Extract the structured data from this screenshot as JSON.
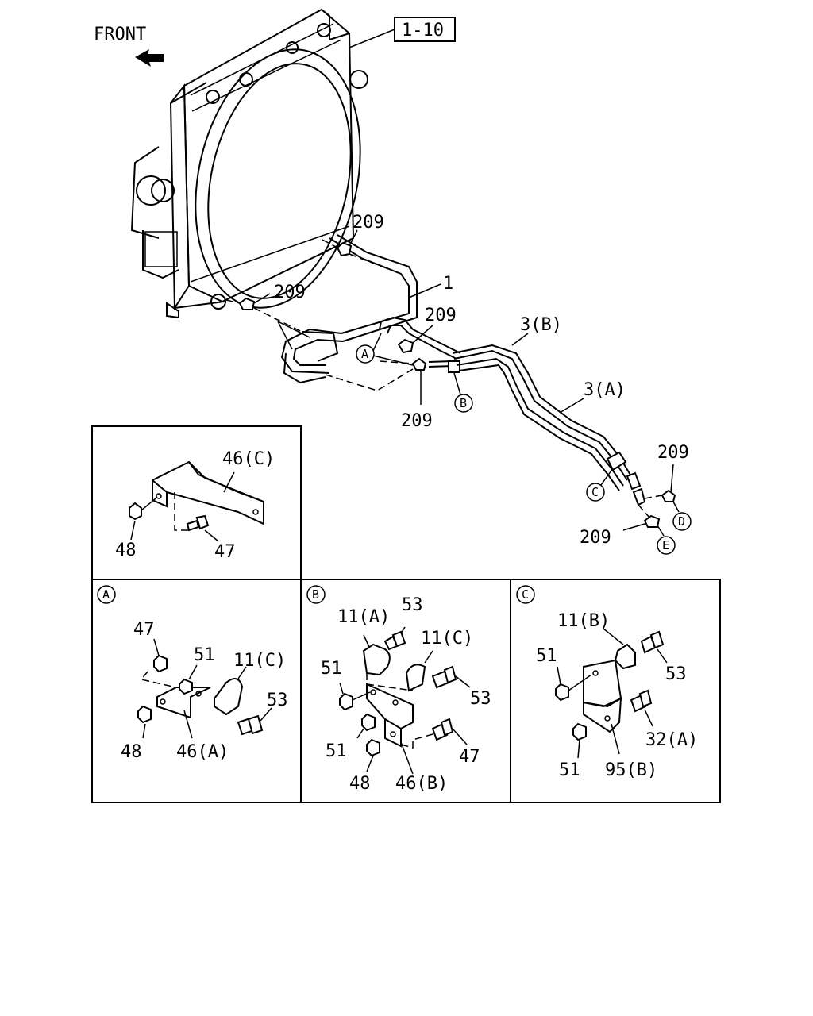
{
  "front_label": "FRONT",
  "ref_label": "1-10",
  "main_labels": {
    "p209_top": "209",
    "p1": "1",
    "p209_left": "209",
    "p209_mid": "209",
    "p3b": "3(B)",
    "p3a": "3(A)",
    "p209_low": "209",
    "p209_right_top": "209",
    "p209_right_bottom": "209",
    "mark_a": "A",
    "mark_b": "B",
    "mark_c": "C",
    "mark_d": "D",
    "mark_e": "E"
  },
  "panel_c46": {
    "p46c": "46(C)",
    "p48": "48",
    "p47": "47"
  },
  "panel_a": {
    "title": "A",
    "p47": "47",
    "p51": "51",
    "p11c": "11(C)",
    "p53": "53",
    "p48": "48",
    "p46a": "46(A)"
  },
  "panel_b": {
    "title": "B",
    "p11a": "11(A)",
    "p53_top": "53",
    "p11c": "11(C)",
    "p51_top": "51",
    "p53_mid": "53",
    "p51_bot": "51",
    "p47": "47",
    "p48": "48",
    "p46b": "46(B)"
  },
  "panel_c": {
    "title": "C",
    "p11b": "11(B)",
    "p51_top": "51",
    "p53": "53",
    "p32a": "32(A)",
    "p51_bot": "51",
    "p95b": "95(B)"
  }
}
